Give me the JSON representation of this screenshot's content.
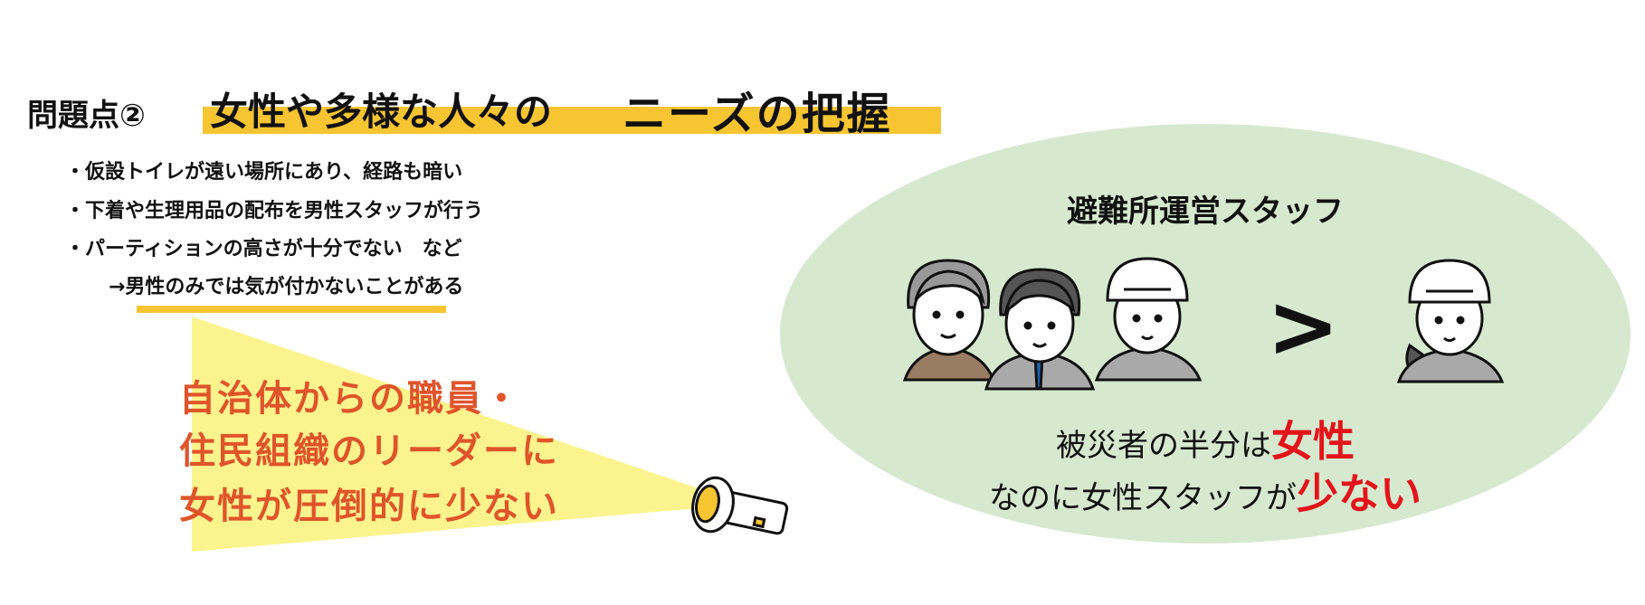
{
  "heading": {
    "label": "問題点②",
    "title_part1": "女性や多様な人々の",
    "title_part2": "ニーズの把握"
  },
  "bullets": [
    "・仮設トイレが遠い場所にあり、経路も暗い",
    "・下着や生理用品の配布を男性スタッフが行う",
    "・パーティションの高さが十分でない　など",
    "→男性のみでは気が付かないことがある"
  ],
  "spotlight_lines": [
    "自治体からの職員・",
    "住民組織のリーダーに",
    "女性が圧倒的に少ない"
  ],
  "staff": {
    "title": "避難所運営スタッフ",
    "comparison": ">",
    "line1": "被災者の半分は",
    "line1_highlight": "女性",
    "line2": "なのに女性スタッフが",
    "line2_highlight": "少ない"
  },
  "colors": {
    "accent_yellow": "#f7c531",
    "spot_red": "#e0542a",
    "highlight_red": "#e3141b",
    "ellipse_green": "#d6e9cf"
  }
}
